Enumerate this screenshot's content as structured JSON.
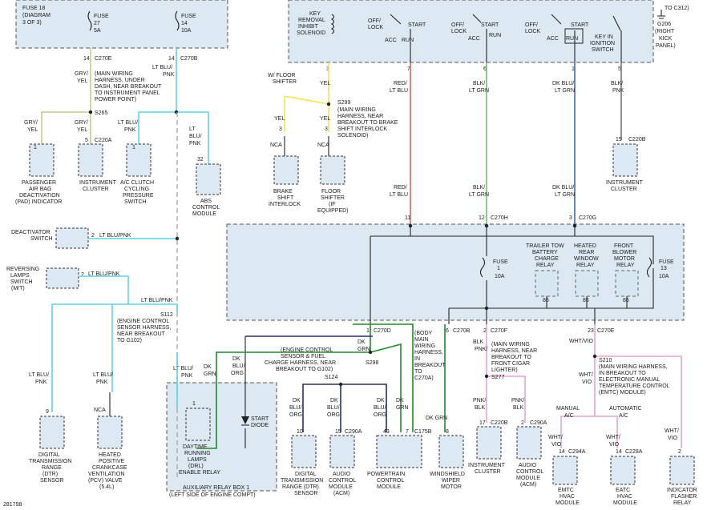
{
  "fuses": {
    "fuse18": [
      "FUSE 18",
      "(DIAGRAM",
      "3 OF 3)"
    ],
    "fuse27": [
      "FUSE",
      "27",
      "5A"
    ],
    "fuse14": [
      "FUSE",
      "14",
      "10A"
    ],
    "fuse1": [
      "FUSE",
      "1",
      "10A"
    ],
    "fuse13": [
      "FUSE",
      "13",
      "10A"
    ]
  },
  "topRight": {
    "keyRemoval": [
      "KEY",
      "REMOVAL",
      "INHIBIT",
      "SOLENOID"
    ],
    "sw1": {
      "offLock": [
        "OFF/",
        "LOCK"
      ],
      "start": "START",
      "acc": "ACC",
      "run": "RUN"
    },
    "sw2": {
      "offLock": [
        "OFF/",
        "LOCK"
      ],
      "start": "START",
      "acc": "ACC",
      "run": "RUN"
    },
    "sw3": {
      "offLock": [
        "OFF/",
        "LOCK"
      ],
      "start": "START",
      "acc": "ACC",
      "run": "RUN"
    },
    "keyInIgn": [
      "KEY IN",
      "IGNITION",
      "SWITCH"
    ],
    "g206": [
      "TO C312)",
      "G206",
      "(RIGHT",
      "KICK",
      "PANEL)"
    ]
  },
  "connectors": {
    "c270e_14": "14",
    "c270e": "C270E",
    "c270b_14": "14",
    "c270b": "C270B",
    "c220a_5": "5",
    "c220a": "C220A",
    "c220b_15": "15",
    "c220b": "C220B",
    "c270h_12": "12",
    "c270h": "C270H",
    "c270g_3": "3",
    "c270g": "C270G",
    "c270d_1": "1",
    "c270d": "C270D",
    "c270b2_6": "6",
    "c270b2": "C270B",
    "c270f_2": "2",
    "c270f": "C270F",
    "c270e2_23": "23",
    "c270e2": "C270E",
    "c290a_15": "15",
    "c290a": "C290A",
    "c175b_43": "43",
    "c175b_7": "7",
    "c175b": "C175B",
    "c220b2_17": "17",
    "c220b2": "C220B",
    "c290a2_2": "2",
    "c290a2": "C290A",
    "c294a_14": "14",
    "c294a": "C294A",
    "c228a_14": "14",
    "c228a": "C228A",
    "pin_10": "10",
    "pin_8": "8",
    "pin_9": "9",
    "pin_2a": "2",
    "pin_2b": "2",
    "pin_2c": "2",
    "pin_1a": "1",
    "pin_1b": "1",
    "pin_1c": "1",
    "pin_32": "32",
    "pin_3a": "3",
    "pin_3b": "3",
    "pin_3c": "3",
    "pin_7": "7",
    "pin_6": "6",
    "pin_1d": "1",
    "pin_5": "5",
    "pin_11": "11",
    "pin_86a": "86",
    "pin_86b": "86",
    "pin_86c": "86"
  },
  "wires": {
    "gryYel1": [
      "GRY/",
      "YEL"
    ],
    "gryYel2": [
      "GRY/",
      "YEL"
    ],
    "gryYel3": [
      "GRY/",
      "YEL"
    ],
    "ltBluPnk1": [
      "LT BLU/",
      "PNK"
    ],
    "ltBluPnk2": [
      "LT BLU/",
      "PNK"
    ],
    "ltBluPnk3": [
      "LT",
      "BLU/",
      "PNK"
    ],
    "ltBluPnk4": "LT BLU/PNK",
    "ltBluPnk5": "LT BLU/PNK",
    "ltBluPnk6": "LT BLU/PNK",
    "ltBluPnk7": [
      "LT BLU/",
      "PNK"
    ],
    "ltBluPnk8": [
      "LT BLU/",
      "PNK"
    ],
    "ltBluPnk9": [
      "LT BLU/",
      "PNK"
    ],
    "yel1": "YEL",
    "yel2": "YEL",
    "yel3": "YEL",
    "nca1": "NCA",
    "nca2": "NCA",
    "nca3": "NCA",
    "redLtBlu1": [
      "RED/",
      "LT BLU"
    ],
    "redLtBlu2": [
      "RED/",
      "LT BLU"
    ],
    "blkLtGrn1": [
      "BLK/",
      "LT GRN"
    ],
    "blkLtGrn2": [
      "BLK/",
      "LT GRN"
    ],
    "dkBluLtGrn1": [
      "DK BLU/",
      "LT GRN"
    ],
    "dkBluLtGrn2": [
      "DK BLU/",
      "LT GRN"
    ],
    "blkPnk1": [
      "BLK/",
      "PNK"
    ],
    "dkGrn1": [
      "DK",
      "GRN"
    ],
    "dkGrn2": "DK GRN",
    "dkGrn3": [
      "DK",
      "GRN"
    ],
    "dkGrn4": [
      "DK",
      "GRN"
    ],
    "dkBluOrg1": [
      "DK",
      "BLU/",
      "ORG"
    ],
    "dkBluOrg2": [
      "DK",
      "BLU/",
      "ORG"
    ],
    "dkBluOrg3": [
      "DK",
      "BLU/",
      "ORG"
    ],
    "dkBluOrg4": [
      "DK",
      "BLU/",
      "ORG"
    ],
    "pnkBlk1": [
      "PNK/",
      "BLK"
    ],
    "pnkBlk2": [
      "PNK/",
      "BLK"
    ],
    "pnkBlk3": [
      "PNK/",
      "BLK"
    ],
    "whtVio1": "WHT/VIO",
    "whtVio2": [
      "WHT/",
      "VIO"
    ],
    "whtVio3": [
      "WHT/",
      "VIO"
    ],
    "whtVio4": [
      "WHT/",
      "VIO"
    ],
    "whtVio5": [
      "WHT/",
      "VIO"
    ]
  },
  "splices": {
    "s265": [
      "(MAIN WIRING",
      "HARNESS, UNDER",
      "DASH, NEAR BREAKOUT",
      "TO INSTRUMENT PANEL",
      "POWER POINT)",
      "S265"
    ],
    "wFloor": [
      "W/ FLOOR",
      "SHIFTER"
    ],
    "s299": [
      "S299",
      "(MAIN WIRING",
      "HARNESS, NEAR",
      "BREAKOUT TO BRAKE",
      "SHIFT INTERLOCK",
      "SOLENOID)"
    ],
    "s112": [
      "S112",
      "(ENGINE CONTROL",
      "SENSOR HARNESS,",
      "NEAR BREAKOUT",
      "TO G102)"
    ],
    "s298": [
      "(BODY",
      "MAIN",
      "WIRING",
      "HARNESS,",
      "IN",
      "BREAKOUT",
      "TO",
      "C270A)"
    ],
    "s298lbl": "S298",
    "s124": [
      "(ENGINE CONTROL",
      "SENSOR & FUEL",
      "CHARGE HARNESS, NEAR",
      "BREAKOUT TO G102)",
      "S124"
    ],
    "s277": [
      "(MAIN WIRING",
      "HARNESS, NEAR",
      "BREAKOUT TO",
      "FRONT CIGAR",
      "LIGHTER)",
      "S277"
    ],
    "s210": [
      "S210",
      "(MAIN WIRING HARNESS,",
      "IN BREAKOUT TO",
      "ELECTRONIC MANUAL",
      "TEMPERATURE CONTROL",
      "(EMTC) MODULE)"
    ]
  },
  "components": {
    "pad": [
      "PASSENGER",
      "AIR BAG",
      "DEACTIVATION",
      "(PAD) INDICATOR"
    ],
    "instCluster1": [
      "INSTRUMENT",
      "CLUSTER"
    ],
    "acClutch": [
      "A/C CLUTCH",
      "CYCLING",
      "PRESSURE",
      "SWITCH"
    ],
    "absModule": [
      "ABS",
      "CONTROL",
      "MODULE"
    ],
    "brakeShift": [
      "BRAKE",
      "SHIFT",
      "INTERLOCK"
    ],
    "floorShifter": [
      "FLOOR",
      "SHIFTER",
      "(IF",
      "EQUIPPED)"
    ],
    "instCluster2": [
      "INSTRUMENT",
      "CLUSTER"
    ],
    "deactivator": [
      "DEACTIVATOR",
      "SWITCH"
    ],
    "reversing": [
      "REVERSING",
      "LAMPS",
      "SWITCH",
      "(M/T)"
    ],
    "trailerTow": [
      "TRAILER TOW",
      "BATTERY",
      "CHARGE",
      "RELAY"
    ],
    "heatedRear": [
      "HEATED",
      "REAR",
      "WINDOW",
      "RELAY"
    ],
    "frontBlower": [
      "FRONT",
      "BLOWER",
      "MOTOR",
      "RELAY"
    ],
    "dtrSensor1": [
      "DIGITAL",
      "TRANSMISSION",
      "RANGE",
      "(DTR)",
      "SENSOR"
    ],
    "pcvValve": [
      "HEATED",
      "POSITIVE",
      "CRANKCASE",
      "VENTILATION",
      "(PCV) VALVE",
      "(5.4L)"
    ],
    "drl": [
      "DAYTIME",
      "RUNNING",
      "LAMPS",
      "(DRL)",
      "ENABLE RELAY"
    ],
    "startDiode": [
      "START",
      "DIODE"
    ],
    "relayBox": [
      "AUXILIARY RELAY BOX 1",
      "(LEFT SIDE OF ENGINE COMPT)"
    ],
    "dtrSensor2": [
      "DIGITAL",
      "TRANSMISSION",
      "RANGE (DTR)",
      "SENSOR"
    ],
    "acm1": [
      "AUDIO",
      "CONTROL",
      "MODULE",
      "(ACM)"
    ],
    "pcm": [
      "POWERTRAIN",
      "CONTROL",
      "MODULE"
    ],
    "wiper": [
      "WINDSHIELD",
      "WIPER",
      "MOTOR"
    ],
    "instCluster3": [
      "INSTRUMENT",
      "CLUSTER"
    ],
    "acm2": [
      "AUDIO",
      "CONTROL",
      "MODULE",
      "(ACM)"
    ],
    "manualAc": [
      "MANUAL",
      "A/C"
    ],
    "autoAc": [
      "AUTOMATIC",
      "A/C"
    ],
    "emtc": [
      "EMTC",
      "HVAC",
      "MODULE"
    ],
    "eatc": [
      "EATC",
      "HVAC",
      "MODULE"
    ],
    "flasher": [
      "INDICATOR",
      "FLASHER",
      "RELAY"
    ]
  },
  "footer": {
    "code": "281798"
  }
}
